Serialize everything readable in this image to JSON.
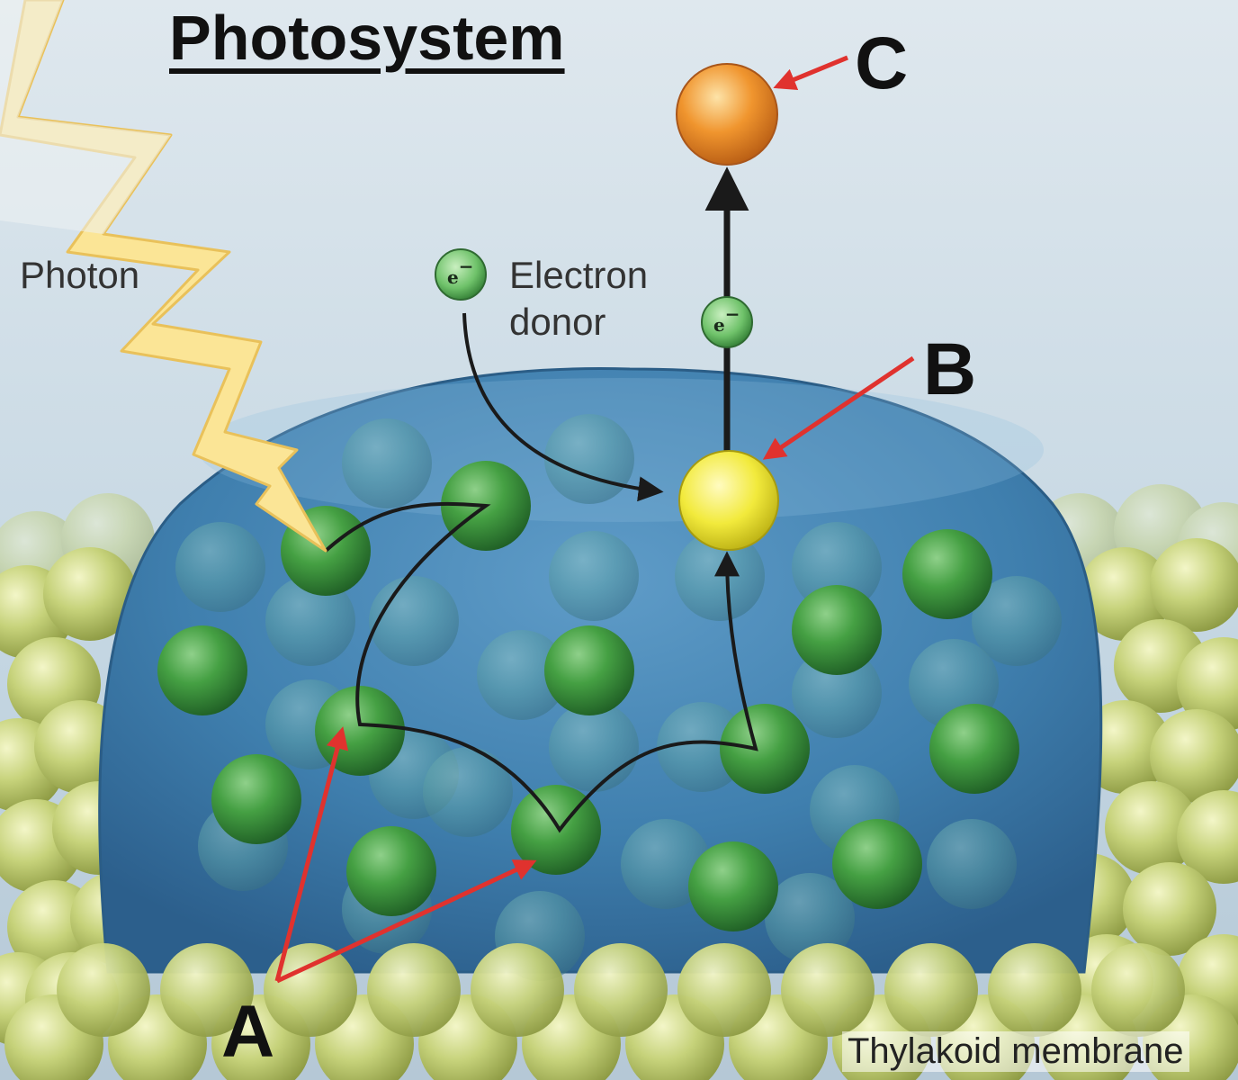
{
  "title": "Photosystem",
  "labels": {
    "photon": "Photon",
    "electron_donor_line1": "Electron",
    "electron_donor_line2": "donor",
    "electron_symbol": "e",
    "electron_charge": "−",
    "marker_a": "A",
    "marker_b": "B",
    "marker_c": "C",
    "membrane": "Thylakoid membrane"
  },
  "colors": {
    "background": "#c9d9e4",
    "protein_complex": "#3f7fae",
    "pigment_green": "#3d8f3c",
    "membrane_lipid": "#b9c96a",
    "photon_bolt": "#fbe596",
    "reaction_center": "#f2ea3c",
    "acceptor": "#f0952e",
    "callout_arrows": "#e0322e",
    "energy_path": "#1a1a1a"
  }
}
